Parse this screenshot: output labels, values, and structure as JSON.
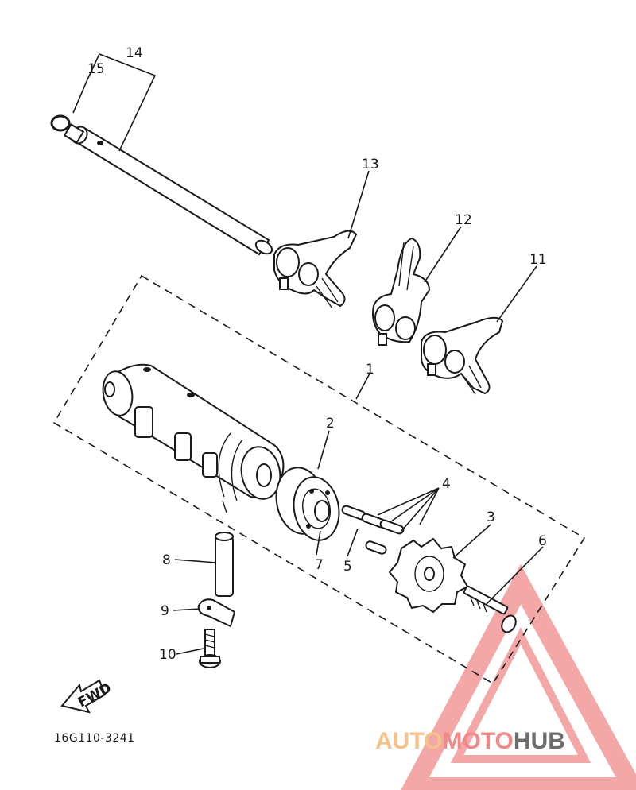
{
  "diagram": {
    "part_numbers": [
      "1",
      "2",
      "3",
      "4",
      "5",
      "6",
      "7",
      "8",
      "9",
      "10",
      "11",
      "12",
      "13",
      "14",
      "15"
    ],
    "fwd_label": "FWD",
    "drawing_code": "16G110-3241"
  },
  "watermark": {
    "part_a": "AUTO",
    "part_b": "MOTO",
    "part_c": "HUB",
    "colors": {
      "auto": "#f5c28a",
      "moto": "#f08a8a",
      "hub": "#6d6d6d",
      "triangle": "#f08a8a"
    }
  }
}
